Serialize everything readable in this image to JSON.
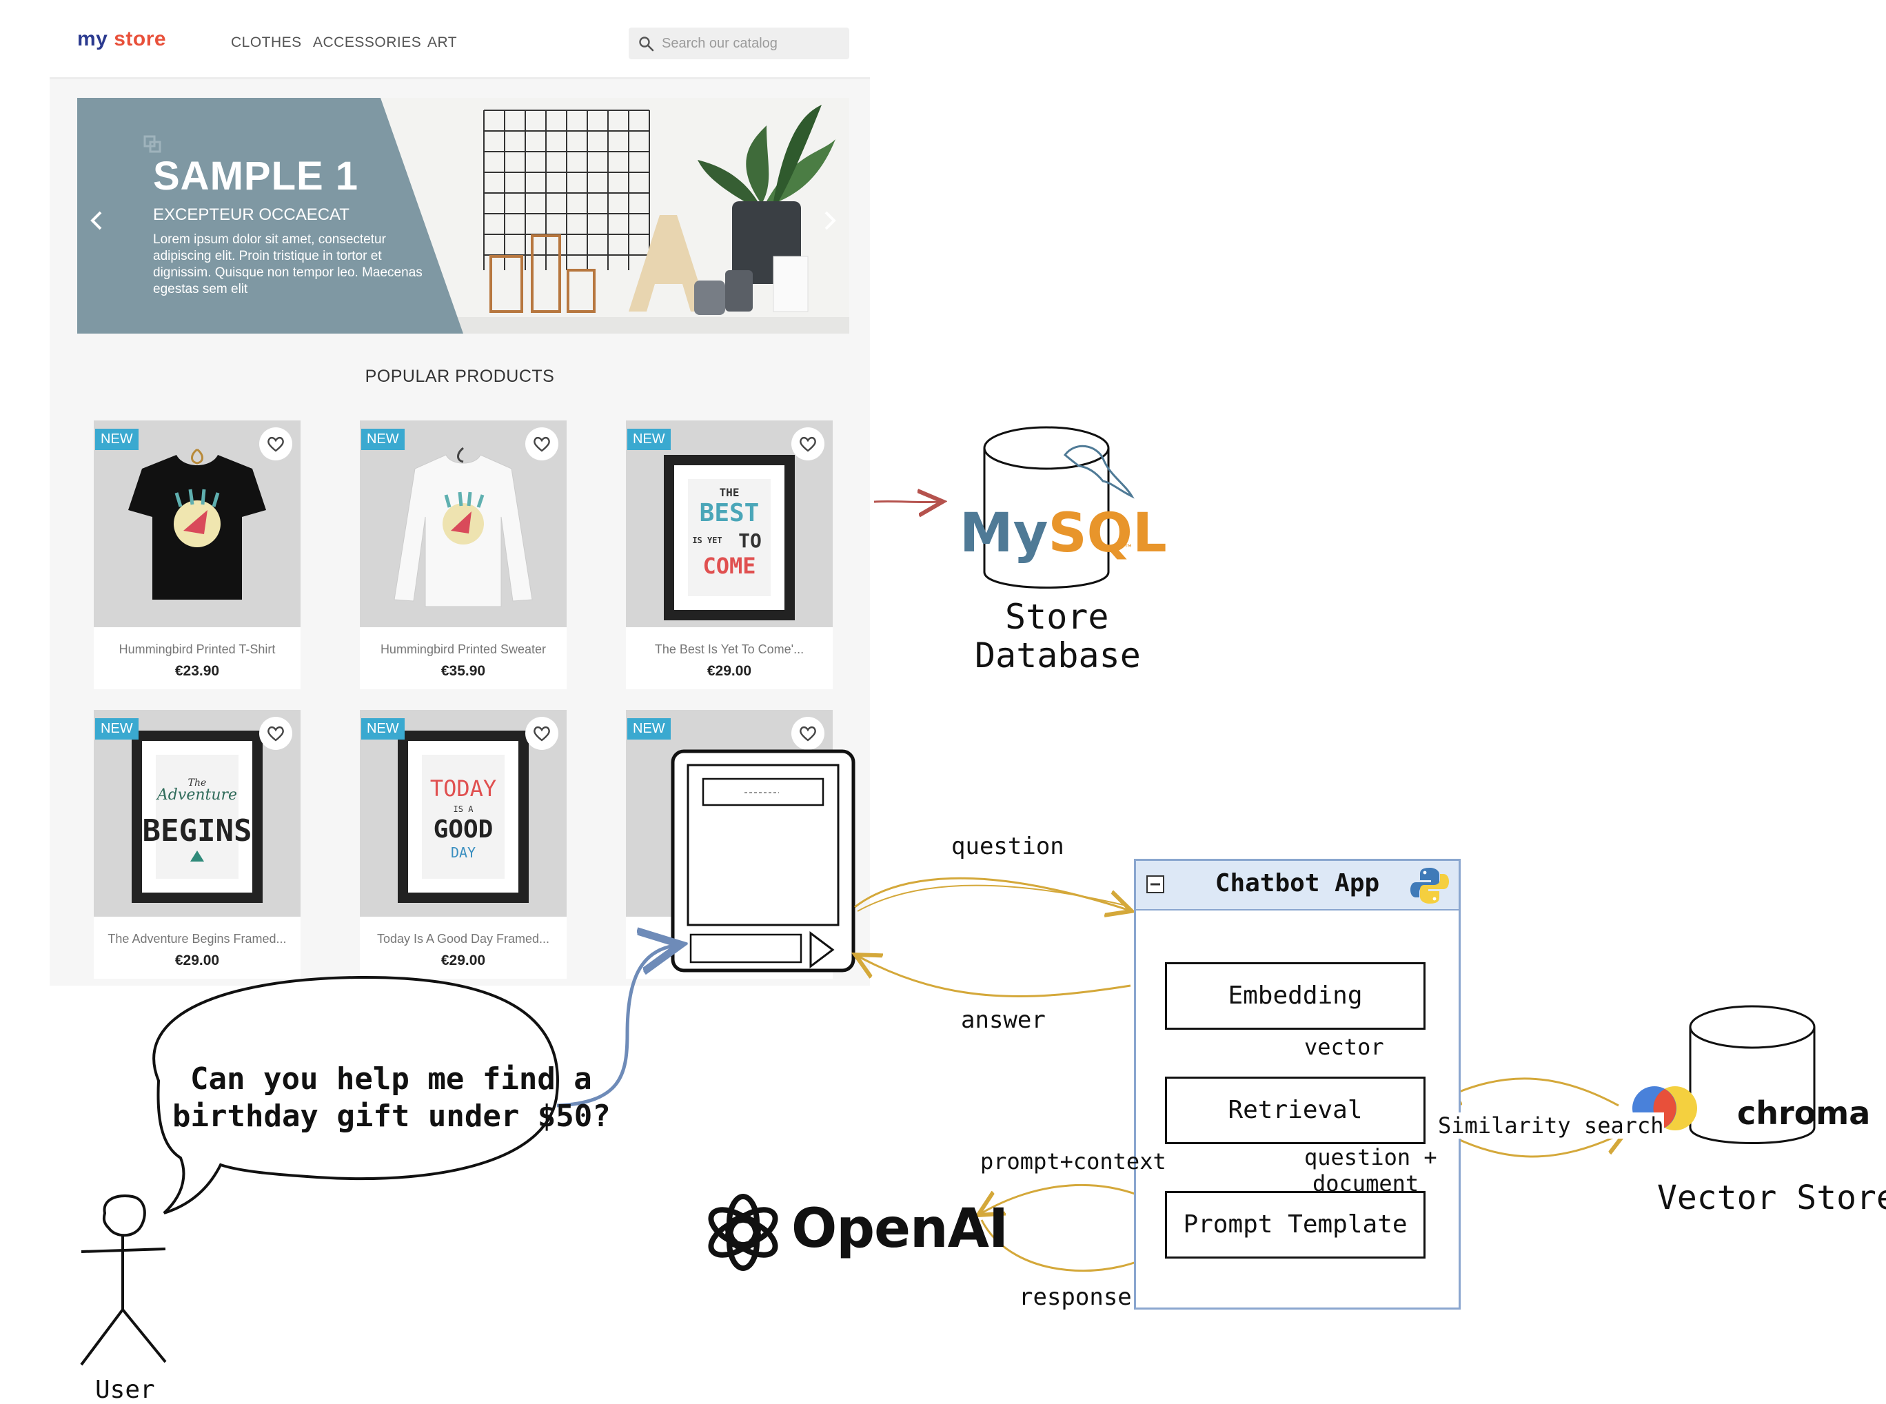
{
  "store": {
    "logo_my": "my",
    "logo_store": "store",
    "nav": [
      "CLOTHES",
      "ACCESSORIES",
      "ART"
    ],
    "search_placeholder": "Search our catalog",
    "banner": {
      "title": "SAMPLE 1",
      "subtitle": "EXCEPTEUR OCCAECAT",
      "body": "Lorem ipsum dolor sit amet, consectetur adipiscing elit. Proin tristique in tortor et dignissim. Quisque non tempor leo. Maecenas egestas sem elit",
      "prev_icon": "chevron-left-icon",
      "next_icon": "chevron-right-icon"
    },
    "section_title": "POPULAR PRODUCTS",
    "products": [
      {
        "badge": "NEW",
        "name": "Hummingbird Printed T-Shirt",
        "price": "€23.90"
      },
      {
        "badge": "NEW",
        "name": "Hummingbird Printed Sweater",
        "price": "€35.90"
      },
      {
        "badge": "NEW",
        "name": "The Best Is Yet To Come'...",
        "price": "€29.00"
      },
      {
        "badge": "NEW",
        "name": "The Adventure Begins Framed...",
        "price": "€29.00"
      },
      {
        "badge": "NEW",
        "name": "Today Is A Good Day Framed...",
        "price": "€29.00"
      },
      {
        "badge": "NEW",
        "name": "",
        "price": ""
      }
    ],
    "poster_text": {
      "best_the": "THE",
      "best_best": "BEST",
      "best_isyet": "IS YET",
      "best_to": "TO",
      "best_come": "COME",
      "adv_the": "The",
      "adv_adventure": "Adventure",
      "adv_begins": "BEGINS",
      "today_today": "TODAY",
      "today_isa": "IS A",
      "today_good": "GOOD",
      "today_day": "DAY"
    }
  },
  "diagram": {
    "mysql_logo": "MySQL",
    "mysql_tm": "™",
    "store_db_label_1": "Store",
    "store_db_label_2": "Database",
    "question_label": "question",
    "answer_label": "answer",
    "chatbot_title": "Chatbot App",
    "embedding": "Embedding",
    "vector_label": "vector",
    "retrieval": "Retrieval",
    "question_doc_label_1": "question +",
    "question_doc_label_2": "document",
    "prompt_template": "Prompt Template",
    "similarity_label": "Similarity search",
    "chroma_logo": "chroma",
    "vector_store_label": "Vector Store",
    "openai_logo": "OpenAI",
    "prompt_context_label": "prompt+context",
    "response_label": "response",
    "speech_line_1": "Can you help me find a",
    "speech_line_2": "birthday gift under $50?",
    "user_label": "User",
    "colors": {
      "arrow_gold": "#d4a83a",
      "arrow_blue": "#6e8bb8",
      "arrow_red": "#b5524d",
      "mysql_blue": "#4f7a96",
      "mysql_orange": "#e8952b",
      "chatbot_border": "#8aa6cf",
      "badge_blue": "#3aa9d0",
      "banner_slate": "#7f98a3"
    }
  }
}
